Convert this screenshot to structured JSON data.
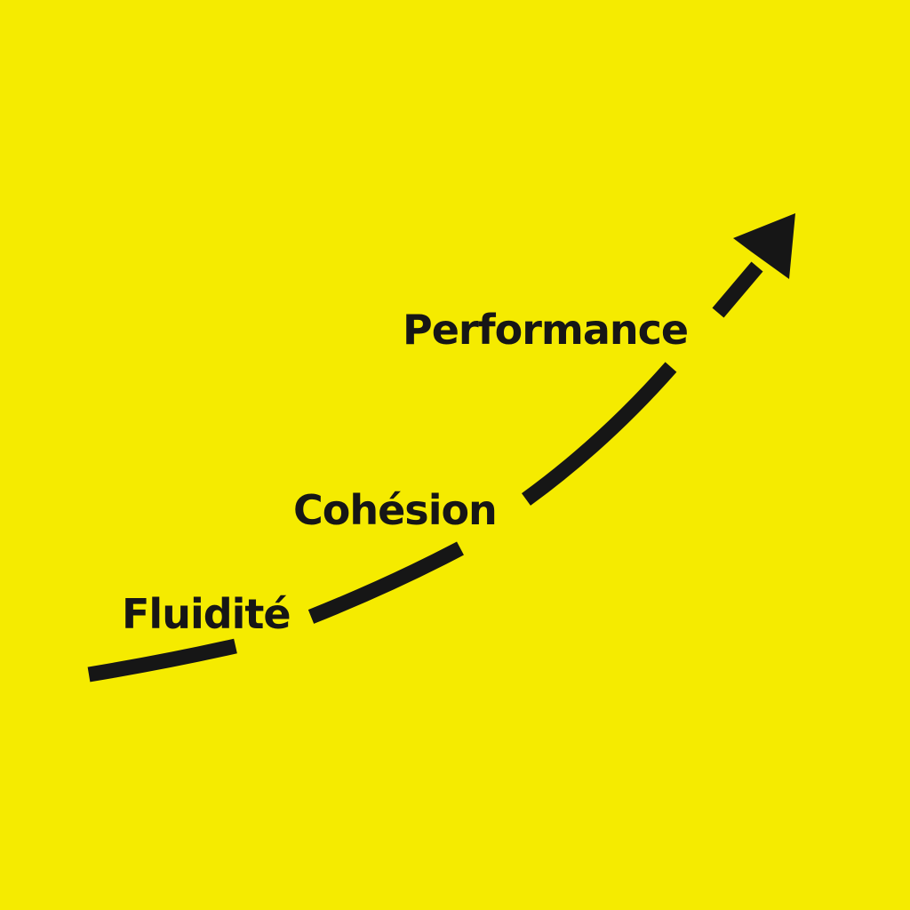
{
  "labels": {
    "step1": "Fluidité",
    "step2": "Cohésion",
    "step3": "Performance"
  },
  "colors": {
    "background": "#f5eb00",
    "ink": "#161616"
  }
}
